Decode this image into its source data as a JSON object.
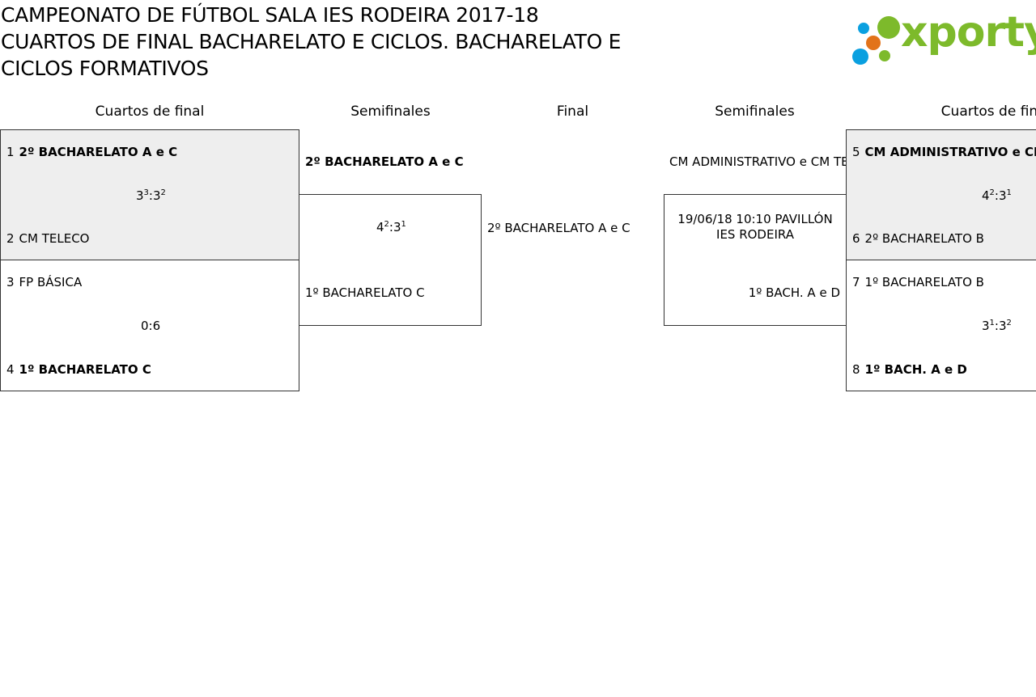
{
  "title": {
    "line1": "CAMPEONATO DE FÚTBOL SALA IES RODEIRA 2017-18",
    "line2": "CUARTOS DE FINAL BACHARELATO E CICLOS. BACHARELATO E",
    "line3": "CICLOS FORMATIVOS"
  },
  "logo": {
    "text": "xporty",
    "colors": [
      "#0aa0e0",
      "#e2731a",
      "#7dba2b"
    ]
  },
  "columns": {
    "left_quarters": "Cuartos de final",
    "left_semis": "Semifinales",
    "final": "Final",
    "right_semis": "Semifinales",
    "right_quarters": "Cuartos de final"
  },
  "quarters": [
    {
      "seed1": "1",
      "team1": "2º BACHARELATO A e C",
      "seed2": "2",
      "team2": "CM TELECO",
      "score": {
        "a": "3",
        "a_sup": "3",
        "b": "3",
        "b_sup": "2"
      }
    },
    {
      "seed1": "3",
      "team1": "FP BÁSICA",
      "seed2": "4",
      "team2": "1º BACHARELATO C",
      "score": {
        "a": "0",
        "a_sup": "",
        "b": "6",
        "b_sup": ""
      }
    },
    {
      "seed1": "5",
      "team1": "CM ADMINISTRATIVO e CM TELECO",
      "seed2": "6",
      "team2": "2º BACHARELATO B",
      "score": {
        "a": "4",
        "a_sup": "2",
        "b": "3",
        "b_sup": "1"
      }
    },
    {
      "seed1": "7",
      "team1": "1º BACHARELATO B",
      "seed2": "8",
      "team2": "1º BACH. A e D",
      "score": {
        "a": "3",
        "a_sup": "1",
        "b": "3",
        "b_sup": "2"
      }
    }
  ],
  "semis": {
    "left": {
      "team1": "2º BACHARELATO A e C",
      "team2": "1º BACHARELATO C",
      "score": {
        "a": "4",
        "a_sup": "2",
        "b": "3",
        "b_sup": "1"
      }
    },
    "right": {
      "team1": "CM ADMINISTRATIVO e CM TELECO",
      "team2": "1º BACH. A e D",
      "info": "19/06/18 10:10 PAVILLÓN IES RODEIRA"
    }
  },
  "final": {
    "team": "2º BACHARELATO A e C"
  }
}
